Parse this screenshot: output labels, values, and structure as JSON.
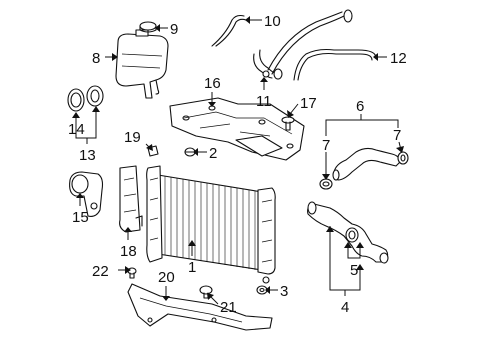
{
  "diagram": {
    "callouts": {
      "c1": "1",
      "c2": "2",
      "c3": "3",
      "c4": "4",
      "c5": "5",
      "c6": "6",
      "c7a": "7",
      "c7b": "7",
      "c8": "8",
      "c9": "9",
      "c10": "10",
      "c11": "11",
      "c12": "12",
      "c13": "13",
      "c14": "14",
      "c15": "15",
      "c16": "16",
      "c17": "17",
      "c18": "18",
      "c19": "19",
      "c20": "20",
      "c21": "21",
      "c22": "22"
    }
  }
}
